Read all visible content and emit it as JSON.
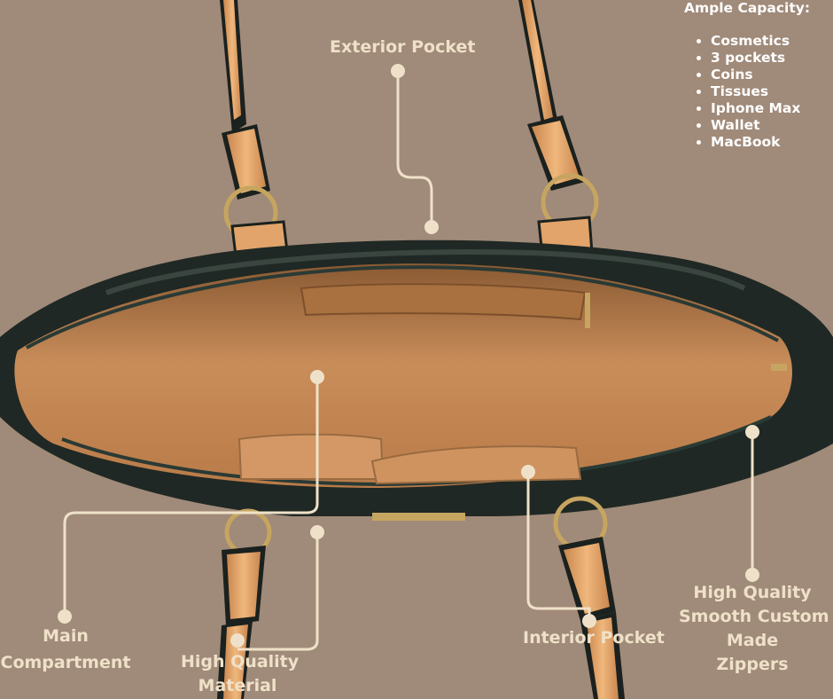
{
  "callouts": {
    "exterior_pocket": "Exterior Pocket",
    "main_compartment_line1": "Main",
    "main_compartment_line2": "Compartment",
    "material_line1": "High Quality",
    "material_line2": "Material",
    "interior_pocket": "Interior Pocket",
    "zippers_line1": "High Quality",
    "zippers_line2": "Smooth Custom",
    "zippers_line3": "Made",
    "zippers_line4": "Zippers"
  },
  "capacity": {
    "title": "Ample Capacity:",
    "items": [
      "Cosmetics",
      "3 pockets",
      "Coins",
      "Tissues",
      "Iphone Max",
      "Wallet",
      "MacBook"
    ]
  },
  "colors": {
    "background": "#a08a79",
    "callout_text": "#efe1c9",
    "callout_line": "#efe1c9",
    "bag_exterior": "#1e2722",
    "lining": "#c08454",
    "strap": "#d4995f"
  }
}
